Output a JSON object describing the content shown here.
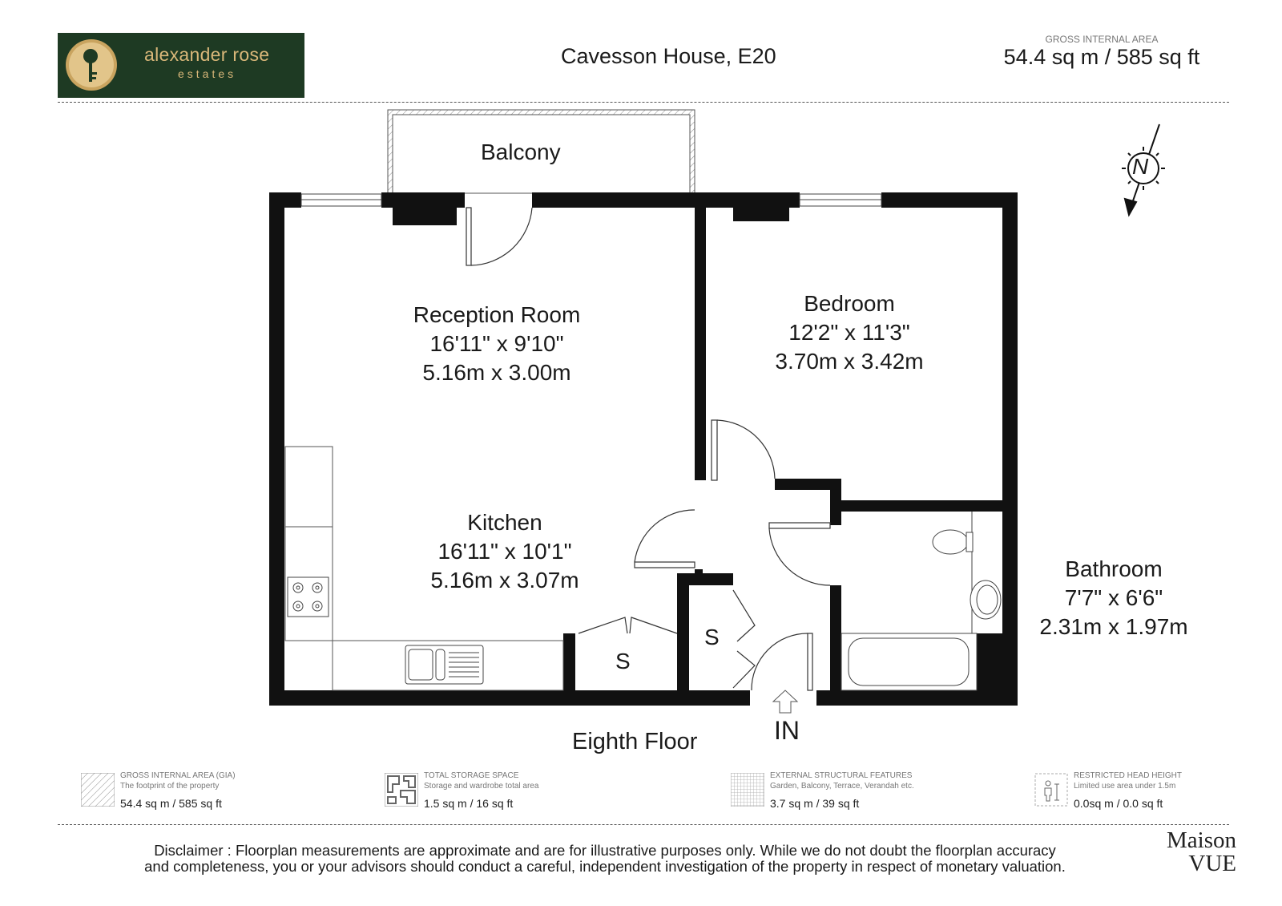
{
  "header": {
    "brand_line1": "alexander rose",
    "brand_line2": "estates",
    "address": "Cavesson House, E20",
    "gia_label": "GROSS INTERNAL AREA",
    "gia_value": "54.4 sq m / 585 sq ft"
  },
  "plan": {
    "balcony": "Balcony",
    "reception": {
      "name": "Reception Room",
      "imperial": "16'11\" x 9'10\"",
      "metric": "5.16m x 3.00m"
    },
    "bedroom": {
      "name": "Bedroom",
      "imperial": "12'2\" x 11'3\"",
      "metric": "3.70m x 3.42m"
    },
    "kitchen": {
      "name": "Kitchen",
      "imperial": "16'11\" x 10'1\"",
      "metric": "5.16m x 3.07m"
    },
    "bathroom": {
      "name": "Bathroom",
      "imperial": "7'7\" x 6'6\"",
      "metric": "2.31m x 1.97m"
    },
    "storage_1": "S",
    "storage_2": "S",
    "compass": "N",
    "entrance": "IN",
    "floor_label": "Eighth Floor"
  },
  "key": [
    {
      "title": "GROSS INTERNAL AREA (GIA)",
      "desc": "The footprint of the property",
      "value": "54.4 sq m / 585 sq ft"
    },
    {
      "title": "TOTAL STORAGE SPACE",
      "desc": "Storage and wardrobe total area",
      "value": "1.5 sq m / 16 sq ft"
    },
    {
      "title": "EXTERNAL STRUCTURAL FEATURES",
      "desc": "Garden, Balcony, Terrace, Verandah etc.",
      "value": "3.7 sq m / 39 sq ft"
    },
    {
      "title": "RESTRICTED HEAD HEIGHT",
      "desc": "Limited use area under 1.5m",
      "value": "0.0sq m / 0.0 sq ft"
    }
  ],
  "footer": {
    "disclaimer_line1": "Disclaimer : Floorplan measurements are approximate and are for illustrative purposes only. While we do not doubt the floorplan accuracy",
    "disclaimer_line2": "and completeness, you or your advisors should conduct a careful, independent investigation of the property in respect of monetary valuation.",
    "maison_line1": "Maison",
    "maison_line2": "VUE"
  },
  "colors": {
    "logo_bg": "#1e3a23",
    "logo_gold": "#d9b779",
    "wall": "#111111"
  }
}
